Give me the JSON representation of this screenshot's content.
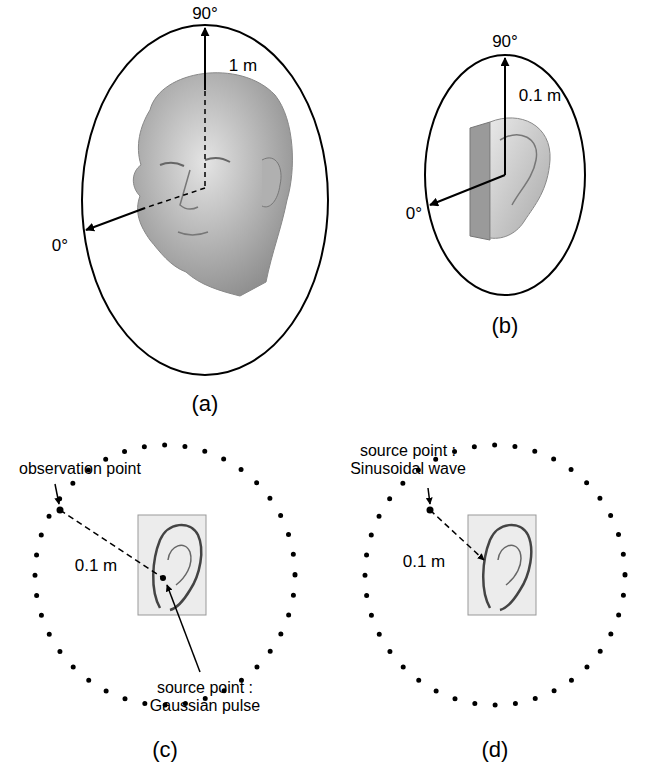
{
  "diagram": {
    "labels": [
      "90°",
      "1 m",
      "0°",
      "(a)",
      "90°",
      "0.1 m",
      "0°",
      "(b)",
      "observation point",
      "0.1 m",
      "source point : Gaussian pulse",
      "(c)",
      "source point : Sinusoidal wave",
      "0.1 m",
      "(d)"
    ]
  }
}
